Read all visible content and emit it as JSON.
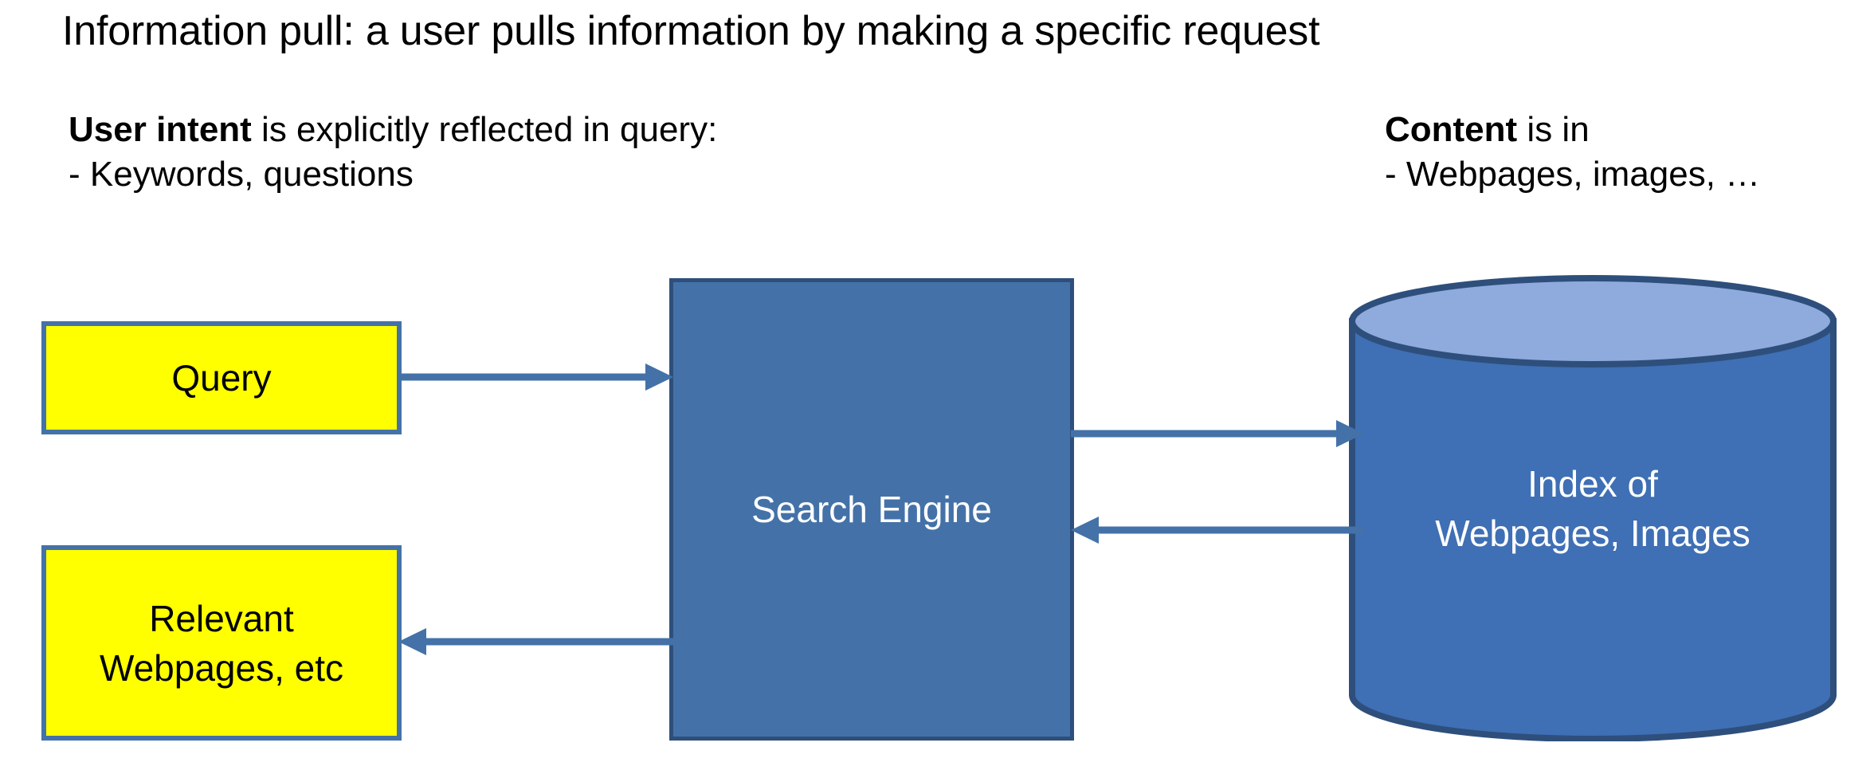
{
  "slide": {
    "title": "Information pull: a user pulls information by making a specific request",
    "background_color": "#FFFFFF"
  },
  "annotations": {
    "left": {
      "line1_bold": "User intent",
      "line1_rest": " is explicitly reflected in query:",
      "line2": "- Keywords, questions"
    },
    "right": {
      "line1_bold": "Content",
      "line1_rest": " is in",
      "line2": "- Webpages, images, …"
    }
  },
  "diagram": {
    "nodes": {
      "query": {
        "label": "Query",
        "fill": "#FFFF00",
        "stroke": "#4472A8",
        "text_color": "#000000"
      },
      "relevant": {
        "label_line1": "Relevant",
        "label_line2": "Webpages, etc",
        "fill": "#FFFF00",
        "stroke": "#4472A8",
        "text_color": "#000000"
      },
      "engine": {
        "label": "Search Engine",
        "fill": "#4472A8",
        "stroke": "#2E4F7C",
        "text_color": "#FFFFFF"
      },
      "index": {
        "label_line1": "Index of",
        "label_line2": "Webpages, Images",
        "fill": "#3F6FB4",
        "top_fill": "#8FAADC",
        "stroke": "#2E4F7C",
        "text_color": "#FFFFFF"
      }
    },
    "edges": [
      {
        "name": "query-to-search-engine",
        "from": "query",
        "to": "engine",
        "direction": "right",
        "color": "#4472A8"
      },
      {
        "name": "search-engine-to-index",
        "from": "engine",
        "to": "index",
        "direction": "right",
        "color": "#4472A8"
      },
      {
        "name": "index-to-search-engine",
        "from": "index",
        "to": "engine",
        "direction": "left",
        "color": "#4472A8"
      },
      {
        "name": "search-engine-to-relevant",
        "from": "engine",
        "to": "relevant",
        "direction": "left",
        "color": "#4472A8"
      }
    ]
  }
}
